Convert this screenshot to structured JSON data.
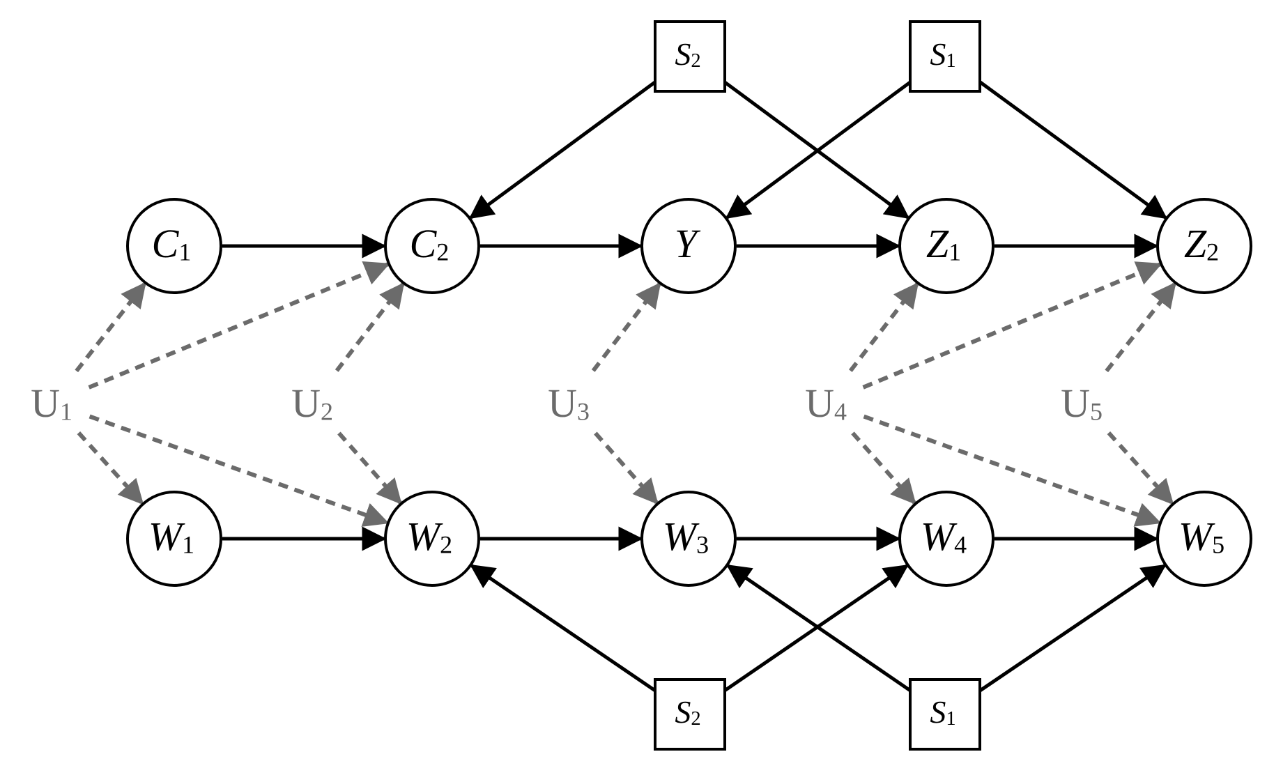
{
  "colors": {
    "solid": "#000000",
    "dashed": "#6b6b6b",
    "background": "#ffffff"
  },
  "nodes": [
    {
      "id": "C1",
      "main": "C",
      "sub": "1"
    },
    {
      "id": "C2",
      "main": "C",
      "sub": "2"
    },
    {
      "id": "Y",
      "main": "Y",
      "sub": ""
    },
    {
      "id": "Z1",
      "main": "Z",
      "sub": "1"
    },
    {
      "id": "Z2",
      "main": "Z",
      "sub": "2"
    },
    {
      "id": "W1",
      "main": "W",
      "sub": "1"
    },
    {
      "id": "W2",
      "main": "W",
      "sub": "2"
    },
    {
      "id": "W3",
      "main": "W",
      "sub": "3"
    },
    {
      "id": "W4",
      "main": "W",
      "sub": "4"
    },
    {
      "id": "W5",
      "main": "W",
      "sub": "5"
    }
  ],
  "selection_nodes": [
    {
      "id": "S2_top",
      "main": "S",
      "sub": "2"
    },
    {
      "id": "S1_top",
      "main": "S",
      "sub": "1"
    },
    {
      "id": "S2_bot",
      "main": "S",
      "sub": "2"
    },
    {
      "id": "S1_bot",
      "main": "S",
      "sub": "1"
    }
  ],
  "latent_nodes": [
    {
      "id": "U1",
      "main": "U",
      "sub": "1"
    },
    {
      "id": "U2",
      "main": "U",
      "sub": "2"
    },
    {
      "id": "U3",
      "main": "U",
      "sub": "3"
    },
    {
      "id": "U4",
      "main": "U",
      "sub": "4"
    },
    {
      "id": "U5",
      "main": "U",
      "sub": "5"
    }
  ],
  "edges": [
    {
      "from": "C1",
      "to": "C2"
    },
    {
      "from": "C2",
      "to": "Y"
    },
    {
      "from": "Y",
      "to": "Z1"
    },
    {
      "from": "Z1",
      "to": "Z2"
    },
    {
      "from": "W1",
      "to": "W2"
    },
    {
      "from": "W2",
      "to": "W3"
    },
    {
      "from": "W3",
      "to": "W4"
    },
    {
      "from": "W4",
      "to": "W5"
    },
    {
      "from": "S2_top",
      "to": "C2"
    },
    {
      "from": "S2_top",
      "to": "Z1"
    },
    {
      "from": "S1_top",
      "to": "Y"
    },
    {
      "from": "S1_top",
      "to": "Z2"
    },
    {
      "from": "S2_bot",
      "to": "W2"
    },
    {
      "from": "S2_bot",
      "to": "W4"
    },
    {
      "from": "S1_bot",
      "to": "W3"
    },
    {
      "from": "S1_bot",
      "to": "W5"
    }
  ],
  "latent_edges": [
    {
      "from": "U1",
      "to": "C1"
    },
    {
      "from": "U1",
      "to": "C2"
    },
    {
      "from": "U1",
      "to": "W1"
    },
    {
      "from": "U1",
      "to": "W2"
    },
    {
      "from": "U2",
      "to": "C2"
    },
    {
      "from": "U2",
      "to": "W2"
    },
    {
      "from": "U3",
      "to": "Y"
    },
    {
      "from": "U3",
      "to": "W3"
    },
    {
      "from": "U4",
      "to": "Z1"
    },
    {
      "from": "U4",
      "to": "Z2"
    },
    {
      "from": "U4",
      "to": "W4"
    },
    {
      "from": "U4",
      "to": "W5"
    },
    {
      "from": "U5",
      "to": "Z2"
    },
    {
      "from": "U5",
      "to": "W5"
    }
  ]
}
